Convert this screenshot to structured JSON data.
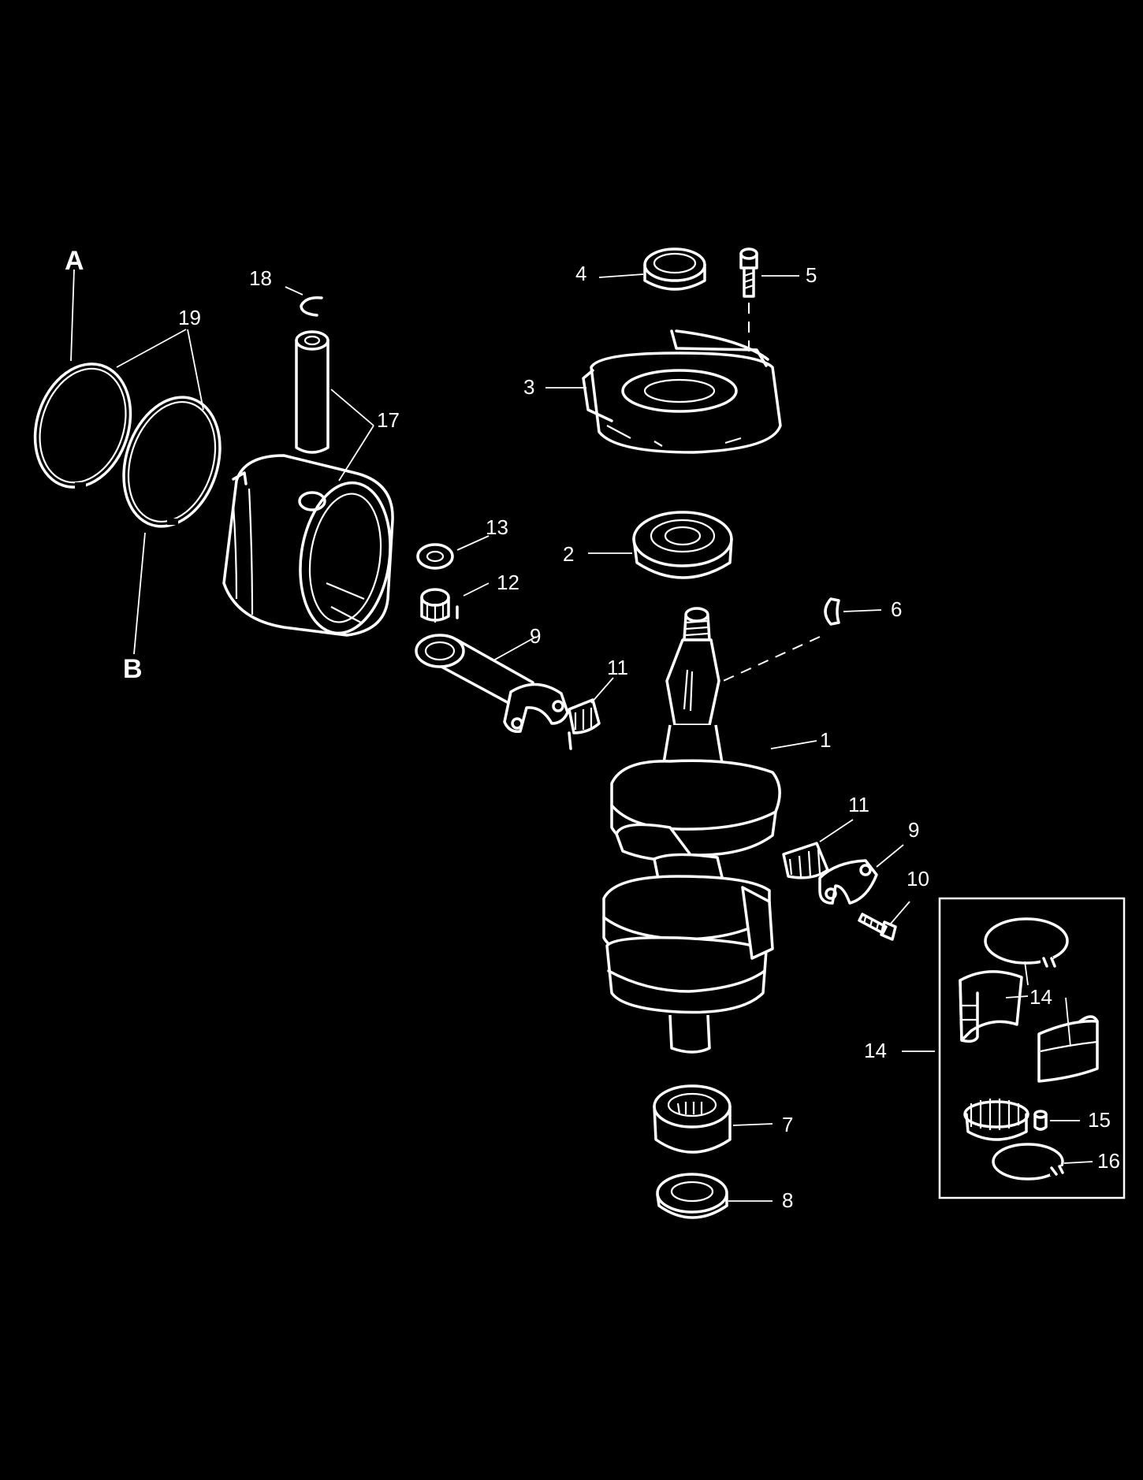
{
  "labels": {
    "A": "A",
    "B": "B",
    "p1": "1",
    "p2": "2",
    "p3": "3",
    "p4": "4",
    "p5": "5",
    "p6": "6",
    "p7": "7",
    "p8": "8",
    "p9a": "9",
    "p9b": "9",
    "p10": "10",
    "p11a": "11",
    "p11b": "11",
    "p12": "12",
    "p13": "13",
    "p14a": "14",
    "p14b": "14",
    "p15": "15",
    "p16": "16",
    "p17": "17",
    "p18": "18",
    "p19": "19"
  },
  "colors": {
    "background": "#000000",
    "linework": "#ffffff"
  }
}
